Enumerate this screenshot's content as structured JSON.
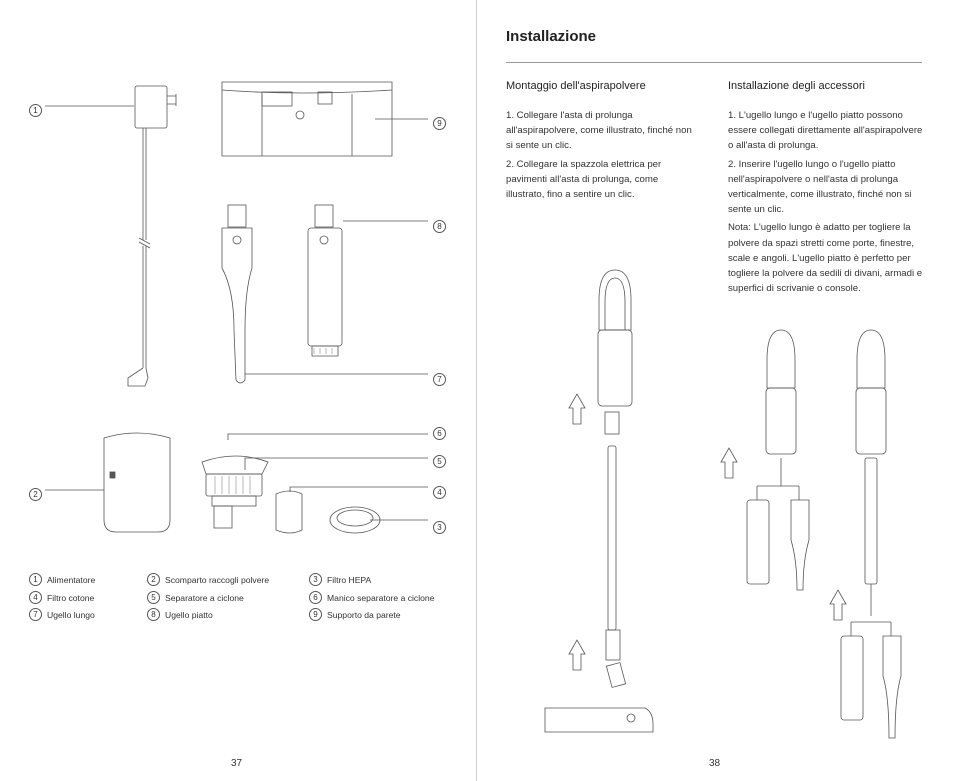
{
  "left_page": {
    "page_number": "37",
    "callouts": [
      "1",
      "9",
      "8",
      "7",
      "6",
      "5",
      "4",
      "3",
      "2"
    ],
    "legend": [
      {
        "num": "1",
        "label": "Alimentatore"
      },
      {
        "num": "2",
        "label": "Scomparto raccogli polvere"
      },
      {
        "num": "3",
        "label": "Filtro HEPA"
      },
      {
        "num": "4",
        "label": "Filtro cotone"
      },
      {
        "num": "5",
        "label": "Separatore a ciclone"
      },
      {
        "num": "6",
        "label": "Manico separatore a ciclone"
      },
      {
        "num": "7",
        "label": "Ugello lungo"
      },
      {
        "num": "8",
        "label": "Ugello piatto"
      },
      {
        "num": "9",
        "label": "Supporto da parete"
      }
    ]
  },
  "right_page": {
    "page_number": "38",
    "title": "Installazione",
    "column1": {
      "heading": "Montaggio dell'aspirapolvere",
      "paragraphs": [
        "1. Collegare l'asta di prolunga all'aspirapolvere, come illustrato, finché non si sente un clic.",
        "2. Collegare la spazzola elettrica per pavimenti all'asta di prolunga, come illustrato, fino a sentire un clic."
      ]
    },
    "column2": {
      "heading": "Installazione degli accessori",
      "paragraphs": [
        "1. L'ugello lungo e l'ugello piatto possono essere collegati direttamente all'aspirapolvere o all'asta di prolunga.",
        "2. Inserire l'ugello lungo o l'ugello piatto nell'aspirapolvere o nell'asta di prolunga verticalmente, come illustrato, finché non si sente un clic.",
        "Nota: L'ugello lungo è adatto per togliere la polvere da spazi stretti come porte, finestre, scale e angoli. L'ugello piatto è perfetto per togliere la polvere da sedili di divani, armadi e superfici di scrivanie o console."
      ]
    }
  }
}
